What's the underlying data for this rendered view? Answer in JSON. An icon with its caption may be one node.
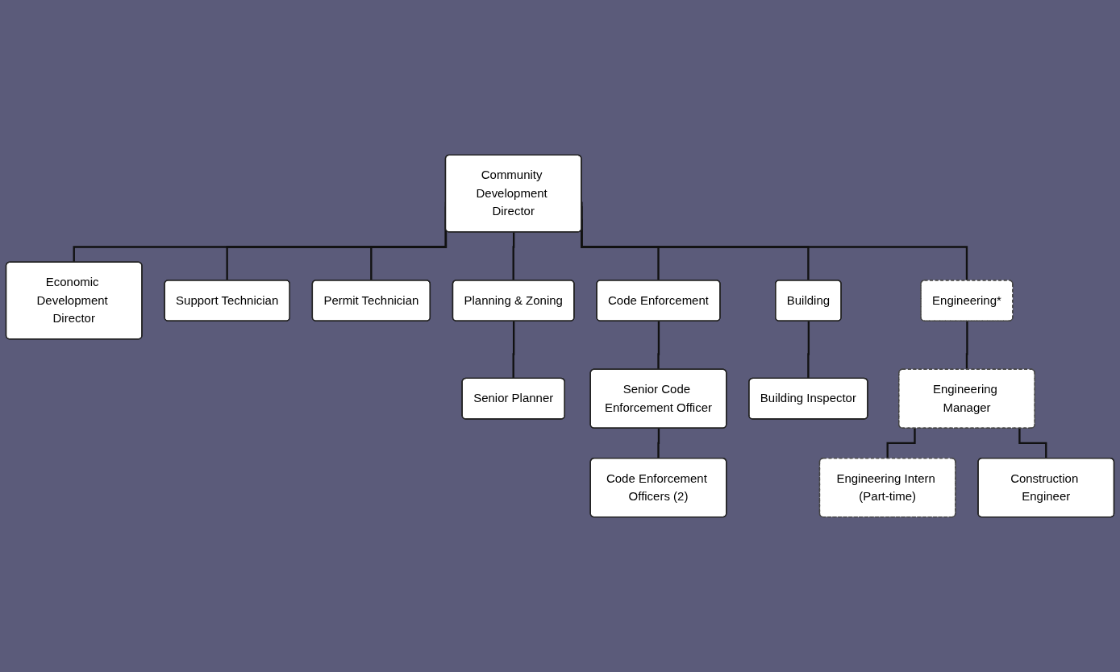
{
  "diagram": {
    "nodes": [
      {
        "text": [
          "Community Development Director"
        ]
      },
      {
        "text": [
          "Economic Development Director"
        ]
      },
      {
        "text": [
          "Support Technician"
        ]
      },
      {
        "text": [
          "Permit Technician"
        ]
      },
      {
        "text": [
          "Planning & Zoning"
        ]
      },
      {
        "text": [
          "Code Enforcement"
        ]
      },
      {
        "text": [
          "Building"
        ]
      },
      {
        "text": [
          "Engineering*"
        ]
      },
      {
        "text": [
          "Senior Planner"
        ]
      },
      {
        "text": [
          "Senior Code Enforcement Officer"
        ]
      },
      {
        "text": [
          "Building Inspector"
        ]
      },
      {
        "text": [
          "Engineering Manager"
        ]
      },
      {
        "text": [
          "Code Enforcement Officers (2)"
        ]
      },
      {
        "text": [
          "Engineering Intern (Part-time)"
        ]
      },
      {
        "text": [
          "Construction Engineer"
        ]
      }
    ],
    "edges": [
      {
        "from": 0,
        "to": 1,
        "arrow": "none"
      },
      {
        "from": 0,
        "to": 2,
        "arrow": "none"
      },
      {
        "from": 0,
        "to": 3,
        "arrow": "none"
      },
      {
        "from": 0,
        "to": 4,
        "arrow": "none"
      },
      {
        "from": 0,
        "to": 5,
        "arrow": "none"
      },
      {
        "from": 0,
        "to": 6,
        "arrow": "none"
      },
      {
        "from": 0,
        "to": 7,
        "arrow": "none"
      },
      {
        "from": 4,
        "to": 8,
        "arrow": "none"
      },
      {
        "from": 5,
        "to": 9,
        "arrow": "none"
      },
      {
        "from": 9,
        "to": 12,
        "arrow": "none"
      },
      {
        "from": 6,
        "to": 10,
        "arrow": "none"
      },
      {
        "from": 7,
        "to": 11,
        "arrow": "none"
      },
      {
        "from": 11,
        "to": 13,
        "arrow": "none"
      },
      {
        "from": 11,
        "to": 14,
        "arrow": "none"
      }
    ]
  }
}
